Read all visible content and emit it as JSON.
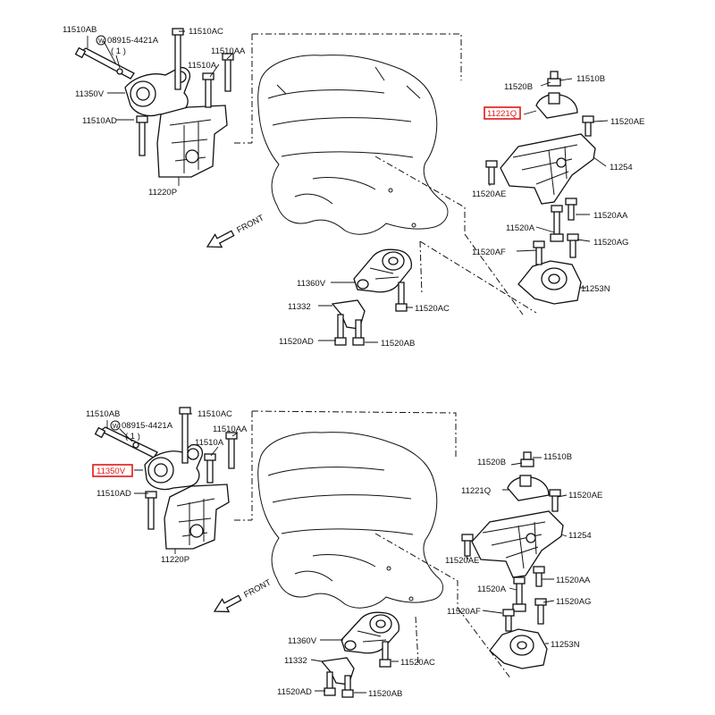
{
  "diagram": {
    "highlight_color": "#e01818",
    "panels": [
      {
        "front_label": "FRONT",
        "highlighted": "11221Q",
        "labels": {
          "p11510AB": "11510AB",
          "p08915": "08915-4421A",
          "p08915_qty": "( 1 )",
          "p08915_mark": "W",
          "p11510AC": "11510AC",
          "p11510AA": "11510AA",
          "p11510A": "11510A",
          "p11350V": "11350V",
          "p11510AD": "11510AD",
          "p11220P": "11220P",
          "p11520B": "11520B",
          "p11510B": "11510B",
          "p11221Q": "11221Q",
          "p11520AE_r": "11520AE",
          "p11254": "11254",
          "p11520AE_l": "11520AE",
          "p11520A": "11520A",
          "p11520AA": "11520AA",
          "p11520AF": "11520AF",
          "p11520AG": "11520AG",
          "p11253N": "11253N",
          "p11360V": "11360V",
          "p11332": "11332",
          "p11520AC": "11520AC",
          "p11520AD": "11520AD",
          "p11520AB": "11520AB"
        }
      },
      {
        "front_label": "FRONT",
        "highlighted": "11350V",
        "labels": {
          "p11510AB": "11510AB",
          "p08915": "08915-4421A",
          "p08915_qty": "( 1 )",
          "p08915_mark": "W",
          "p11510AC": "11510AC",
          "p11510AA": "11510AA",
          "p11510A": "11510A",
          "p11350V": "11350V",
          "p11510AD": "11510AD",
          "p11220P": "11220P",
          "p11520B": "11520B",
          "p11510B": "11510B",
          "p11221Q": "11221Q",
          "p11520AE_r": "11520AE",
          "p11254": "11254",
          "p11520AE_l": "11520AE",
          "p11520A": "11520A",
          "p11520AA": "11520AA",
          "p11520AF": "11520AF",
          "p11520AG": "11520AG",
          "p11253N": "11253N",
          "p11360V": "11360V",
          "p11332": "11332",
          "p11520AC": "11520AC",
          "p11520AD": "11520AD",
          "p11520AB": "11520AB"
        }
      }
    ]
  }
}
